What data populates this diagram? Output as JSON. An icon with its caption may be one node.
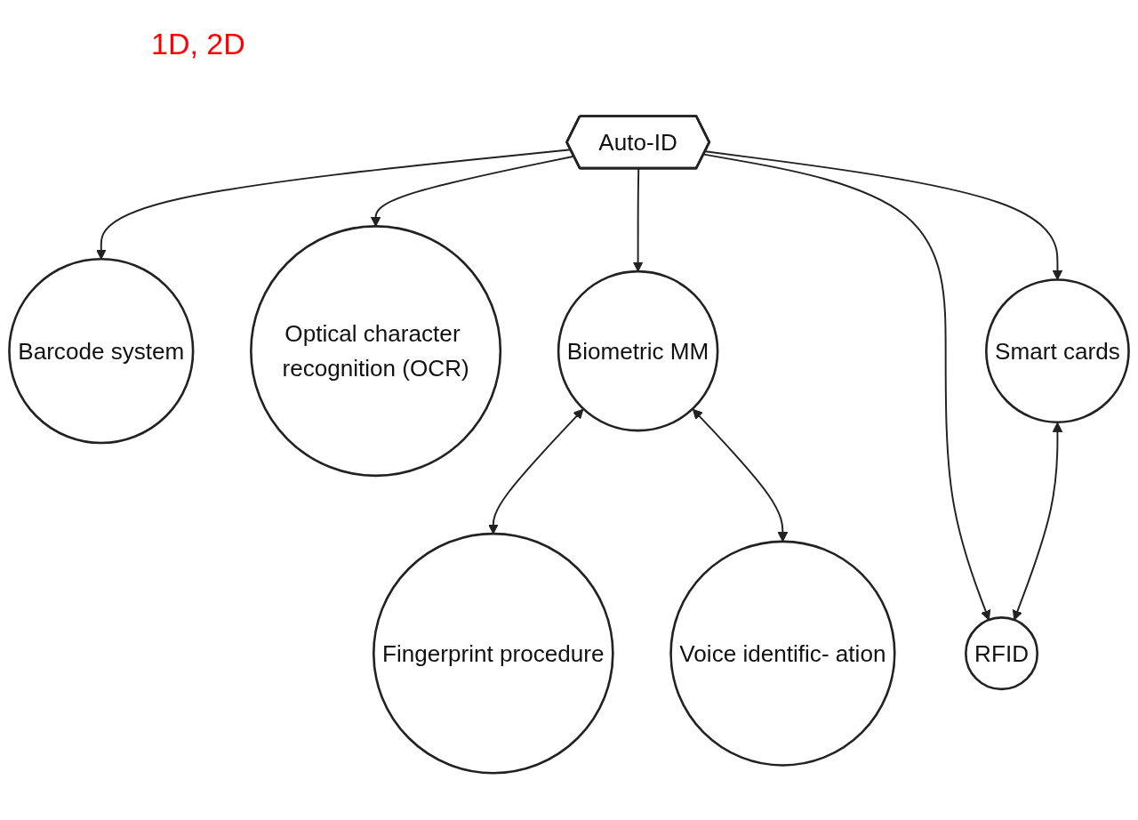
{
  "diagram": {
    "nodes": [
      {
        "text": [
          "Barcode system"
        ]
      },
      {
        "text": [
          "Fingerprint procedure"
        ]
      },
      {
        "text": [
          "Optical character recognition (OCR)"
        ]
      },
      {
        "text": [
          "Biometric MM"
        ]
      },
      {
        "text": [
          "Auto-ID"
        ]
      },
      {
        "text": [
          "Voice identific- ation"
        ]
      },
      {
        "text": [
          "Smart cards"
        ]
      },
      {
        "text": [
          "RFID"
        ]
      }
    ],
    "edges": [
      {
        "from": 4,
        "to": 0,
        "arrow": "to"
      },
      {
        "from": 4,
        "to": 2,
        "arrow": "to"
      },
      {
        "from": 4,
        "to": 3,
        "arrow": "to"
      },
      {
        "from": 3,
        "to": 1,
        "arrow": "both"
      },
      {
        "from": 3,
        "to": 5,
        "arrow": "both"
      },
      {
        "from": 4,
        "to": 6,
        "arrow": "to"
      },
      {
        "from": 4,
        "to": 7,
        "arrow": "to"
      },
      {
        "from": 6,
        "to": 7,
        "arrow": "both"
      }
    ],
    "labels": [
      "1D, 2D"
    ]
  }
}
